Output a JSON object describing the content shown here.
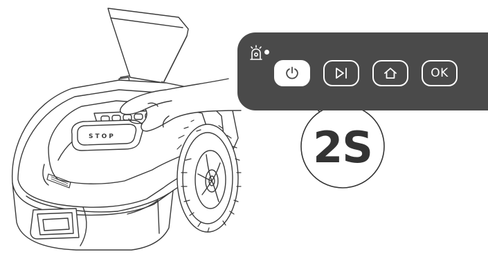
{
  "control_panel": {
    "buttons": [
      {
        "id": "power",
        "icon": "power-icon",
        "highlighted": true
      },
      {
        "id": "play-next",
        "icon": "play-next-icon"
      },
      {
        "id": "home",
        "icon": "home-icon"
      },
      {
        "id": "ok",
        "label": "OK"
      }
    ],
    "indicator_icon": "alert-beacon-icon",
    "panel_color": "#4a4a4a",
    "key_color": "#ffffff"
  },
  "callout": {
    "text": "2S"
  },
  "mower": {
    "lid_state": "open",
    "brand_label": "STOP"
  }
}
